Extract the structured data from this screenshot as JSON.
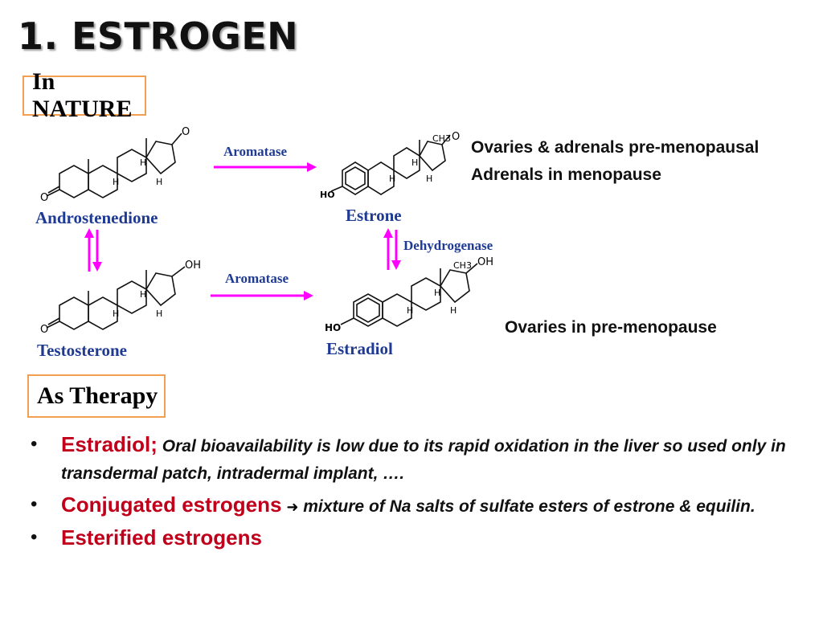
{
  "title": "1. ESTROGEN",
  "nature_label": "In NATURE",
  "therapy_label": "As Therapy",
  "molecules": {
    "androstenedione": "Androstenedione",
    "testosterone": "Testosterone",
    "estrone": "Estrone",
    "estradiol": "Estradiol"
  },
  "enzymes": {
    "aromatase_top": "Aromatase",
    "aromatase_bottom": "Aromatase",
    "dehydrogenase": "Dehydrogenase"
  },
  "sources": {
    "estrone_line1": "Ovaries & adrenals pre-menopausal",
    "estrone_line2": "Adrenals in menopause",
    "estradiol": "Ovaries in pre-menopause"
  },
  "structure_labels": {
    "O": "O",
    "H": "H",
    "HO": "HO",
    "OH": "OH",
    "CH3": "CH3"
  },
  "therapy": [
    {
      "name": "Estradiol;",
      "desc": " Oral bioavailability is low due to its rapid oxidation in the liver so used only in transdermal  patch, intradermal implant, …."
    },
    {
      "name": "Conjugated estrogens",
      "arrow": "➜",
      "desc": " mixture  of Na salts of sulfate esters of estrone & equilin."
    },
    {
      "name": "Esterified estrogens",
      "desc": ""
    }
  ],
  "colors": {
    "arrow": "#ff00ff",
    "molecule_name": "#1f3a93",
    "therapy_name": "#c0001b",
    "box_border": "#f0a050"
  }
}
